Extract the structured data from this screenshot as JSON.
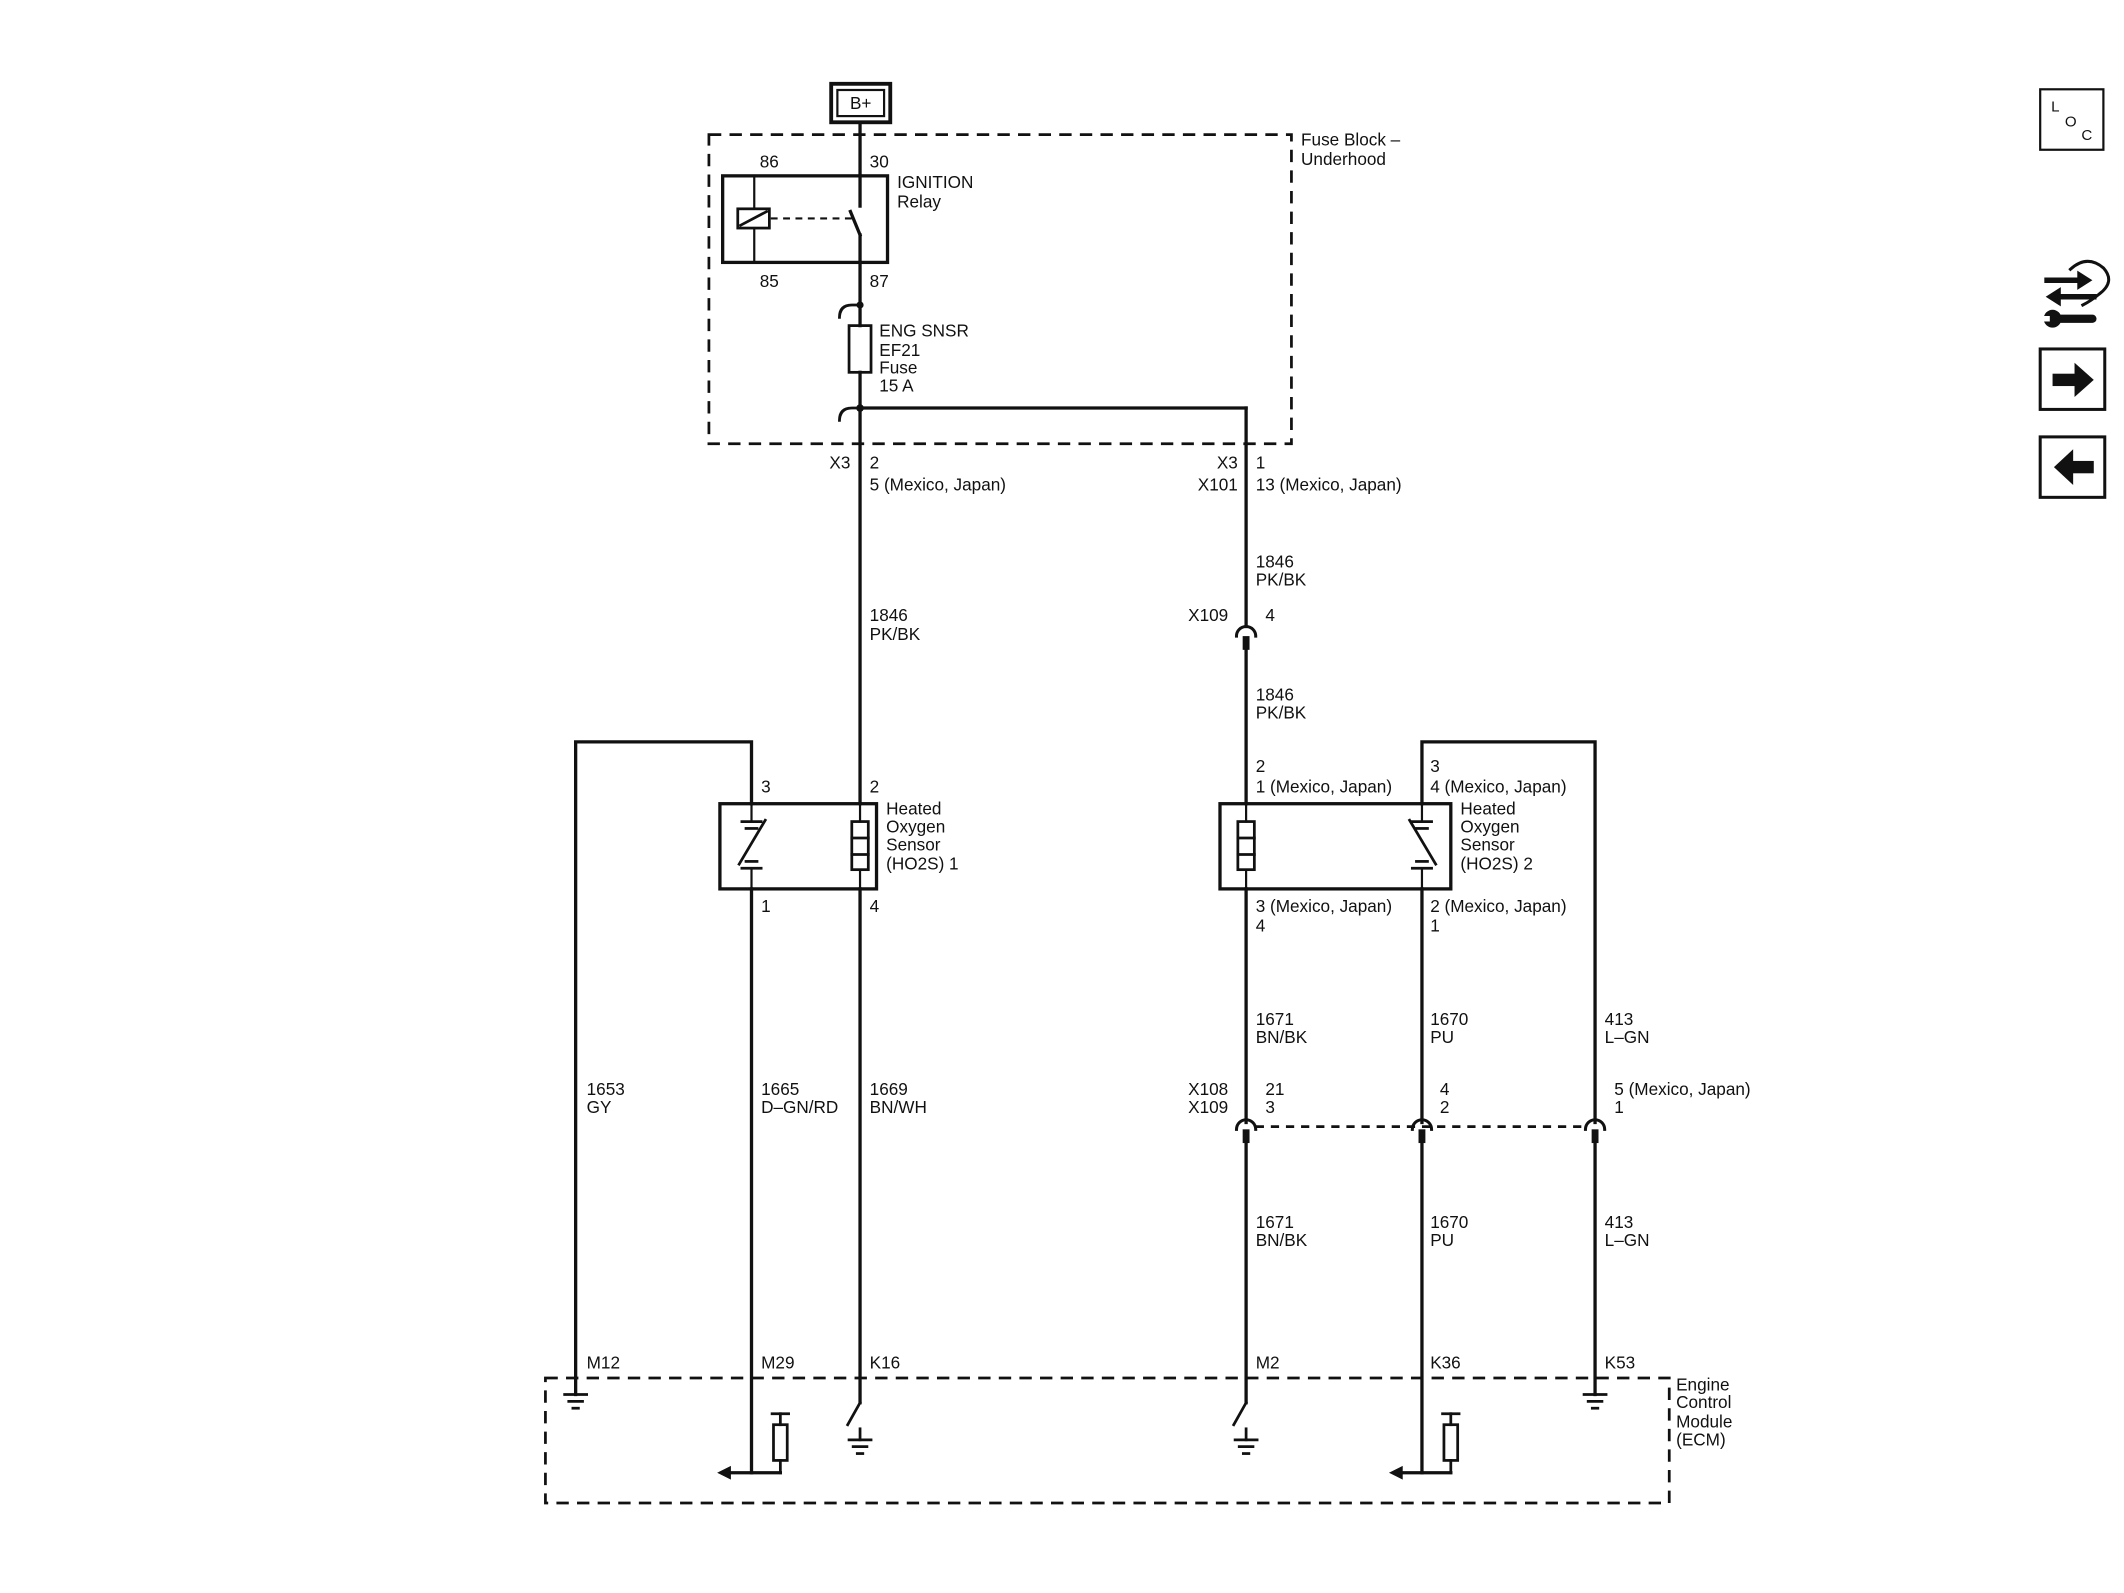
{
  "theme": {
    "ink": "#111111",
    "paper": "#ffffff"
  },
  "navigation": {
    "loc_icon_letters": [
      "L",
      "O",
      "C"
    ]
  },
  "diagram": {
    "power_source": "B+",
    "fuse_block": [
      "Fuse Block –",
      "Underhood"
    ],
    "ignition_relay": {
      "name": [
        "IGNITION",
        "Relay"
      ],
      "pins": {
        "p86": "86",
        "p30": "30",
        "p85": "85",
        "p87": "87"
      }
    },
    "fuse": [
      "ENG SNSR",
      "EF21",
      "Fuse",
      "15 A"
    ],
    "fuse_block_outputs": {
      "left": {
        "connector": "X3",
        "pin": "2",
        "alt_pin": "5 (Mexico, Japan)"
      },
      "right": {
        "connectors": [
          "X3",
          "X101"
        ],
        "pins": [
          "1",
          "13 (Mexico, Japan)"
        ]
      }
    },
    "inline_upper": {
      "connector": "X109",
      "pin": "4"
    },
    "inline_lower": {
      "connectors": [
        "X108",
        "X109"
      ],
      "col1": [
        "21",
        "3"
      ],
      "col2": [
        "4",
        "2"
      ],
      "col3": [
        "5 (Mexico, Japan)",
        "1"
      ]
    },
    "ho2s1": {
      "name": [
        "Heated",
        "Oxygen",
        "Sensor",
        "(HO2S) 1"
      ],
      "pin_top_left": "3",
      "pin_top_right": "2",
      "pin_bottom_left": "1",
      "pin_bottom_right": "4"
    },
    "ho2s2": {
      "name": [
        "Heated",
        "Oxygen",
        "Sensor",
        "(HO2S) 2"
      ],
      "pin_top_left": [
        "2",
        "1 (Mexico, Japan)"
      ],
      "pin_top_right": [
        "3",
        "4 (Mexico, Japan)"
      ],
      "pin_bottom_left": [
        "3 (Mexico, Japan)",
        "4"
      ],
      "pin_bottom_right": [
        "2 (Mexico, Japan)",
        "1"
      ]
    },
    "wires": {
      "feed_left": {
        "circuit": "1846",
        "color": "PK/BK"
      },
      "feed_right_upper": {
        "circuit": "1846",
        "color": "PK/BK"
      },
      "feed_right_lower": {
        "circuit": "1846",
        "color": "PK/BK"
      },
      "to_m12": {
        "circuit": "1653",
        "color": "GY"
      },
      "to_m29": {
        "circuit": "1665",
        "color": "D–GN/RD"
      },
      "to_k16": {
        "circuit": "1669",
        "color": "BN/WH"
      },
      "to_m2_upper": {
        "circuit": "1671",
        "color": "BN/BK"
      },
      "to_k36_upper": {
        "circuit": "1670",
        "color": "PU"
      },
      "to_k53_upper": {
        "circuit": "413",
        "color": "L–GN"
      },
      "to_m2_lower": {
        "circuit": "1671",
        "color": "BN/BK"
      },
      "to_k36_lower": {
        "circuit": "1670",
        "color": "PU"
      },
      "to_k53_lower": {
        "circuit": "413",
        "color": "L–GN"
      }
    },
    "ecm": {
      "name": [
        "Engine",
        "Control",
        "Module",
        "(ECM)"
      ],
      "pins": [
        "M12",
        "M29",
        "K16",
        "M2",
        "K36",
        "K53"
      ]
    }
  }
}
